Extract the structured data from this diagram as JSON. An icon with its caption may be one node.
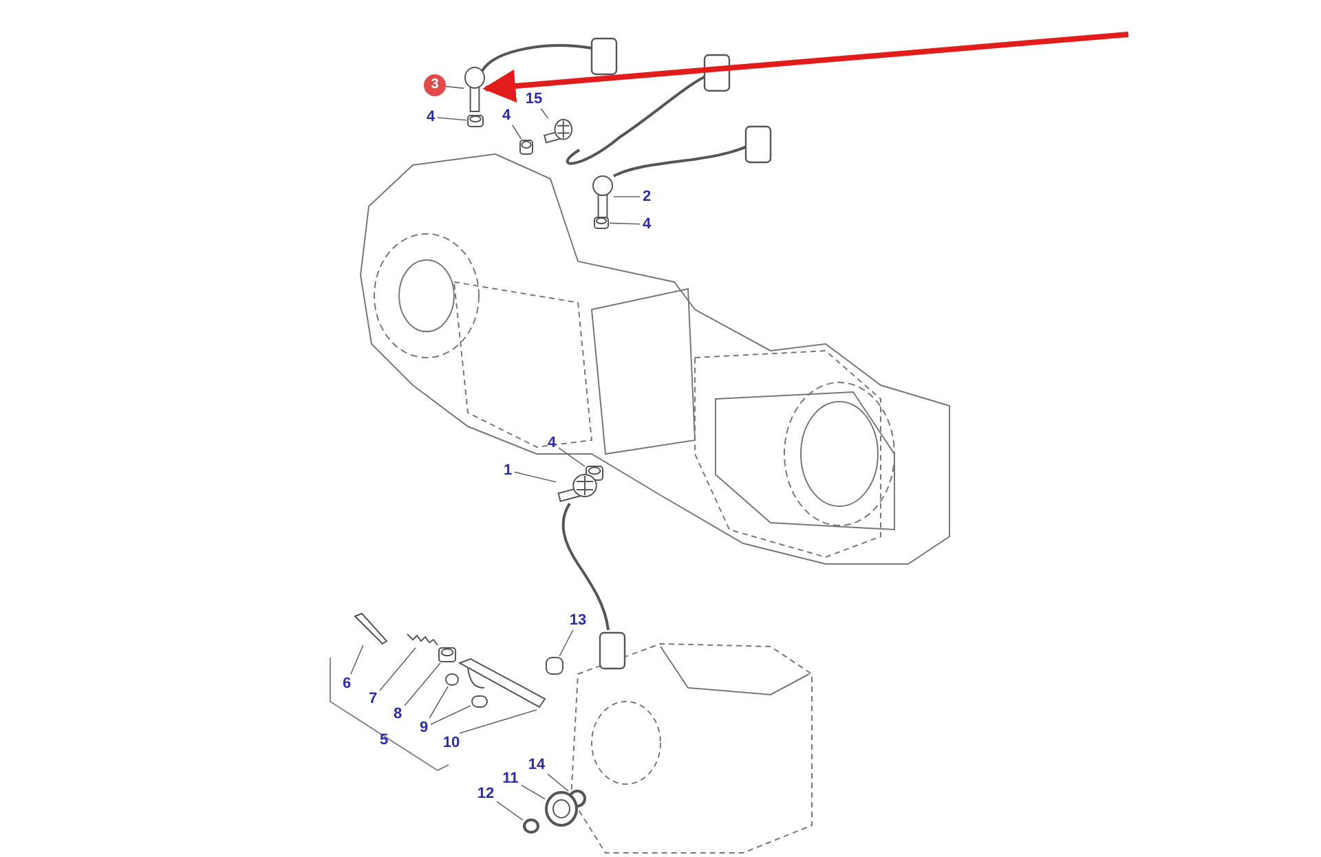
{
  "diagram": {
    "nodes": [
      {
        "text": [
          "3"
        ]
      },
      {
        "text": [
          "4"
        ]
      },
      {
        "text": [
          "4"
        ]
      },
      {
        "text": [
          "15"
        ]
      },
      {
        "text": [
          "2"
        ]
      },
      {
        "text": [
          "4"
        ]
      },
      {
        "text": [
          "4"
        ]
      },
      {
        "text": [
          "1"
        ]
      },
      {
        "text": [
          "13"
        ]
      },
      {
        "text": [
          "6"
        ]
      },
      {
        "text": [
          "7"
        ]
      },
      {
        "text": [
          "8"
        ]
      },
      {
        "text": [
          "9"
        ]
      },
      {
        "text": [
          "10"
        ]
      },
      {
        "text": [
          "14"
        ]
      },
      {
        "text": [
          "11"
        ]
      },
      {
        "text": [
          "12"
        ]
      },
      {
        "text": [],
        "shape": "picture"
      },
      {
        "text": [],
        "shape": "picture"
      },
      {
        "text": [],
        "shape": "picture"
      },
      {
        "text": [],
        "shape": "picture"
      },
      {
        "text": [],
        "shape": "picture"
      },
      {
        "text": [],
        "shape": "picture"
      },
      {
        "text": [],
        "shape": "picture"
      },
      {
        "text": [],
        "shape": "picture"
      },
      {
        "text": [],
        "shape": "box"
      },
      {
        "text": [],
        "shape": "picture"
      },
      {
        "text": [],
        "shape": "picture"
      },
      {
        "text": [],
        "shape": "picture"
      },
      {
        "text": [],
        "shape": "box"
      },
      {
        "text": [],
        "shape": "box"
      },
      {
        "text": [],
        "shape": "picture"
      },
      {
        "text": [],
        "shape": "circle"
      },
      {
        "text": [],
        "shape": "picture"
      },
      {
        "text": [],
        "shape": "circle"
      }
    ],
    "edges": [
      {
        "from": 0,
        "to": 17,
        "arrow": "none"
      },
      {
        "from": 1,
        "to": 18,
        "arrow": "none"
      },
      {
        "from": 2,
        "to": 19,
        "arrow": "none"
      },
      {
        "from": 3,
        "to": 20,
        "arrow": "none"
      },
      {
        "from": 4,
        "to": 21,
        "arrow": "none"
      },
      {
        "from": 5,
        "to": 22,
        "arrow": "none"
      },
      {
        "from": 6,
        "to": 23,
        "arrow": "none"
      },
      {
        "from": 7,
        "to": 24,
        "arrow": "none"
      },
      {
        "from": 8,
        "to": 25,
        "arrow": "none"
      },
      {
        "from": 9,
        "to": 26,
        "arrow": "none"
      },
      {
        "from": 10,
        "to": 27,
        "arrow": "none"
      },
      {
        "from": 11,
        "to": 28,
        "arrow": "none"
      },
      {
        "from": 12,
        "to": 29,
        "arrow": "none"
      },
      {
        "from": 12,
        "to": 30,
        "arrow": "none"
      },
      {
        "from": 13,
        "to": 31,
        "arrow": "none"
      },
      {
        "from": 14,
        "to": 32,
        "arrow": "none"
      },
      {
        "from": 15,
        "to": 33,
        "arrow": "none"
      },
      {
        "from": 16,
        "to": 34,
        "arrow": "none"
      },
      {
        "from": null,
        "to": 17,
        "arrow": "to",
        "style": "thick",
        "color": "#e21b1b"
      }
    ],
    "labels": [
      "5"
    ]
  }
}
